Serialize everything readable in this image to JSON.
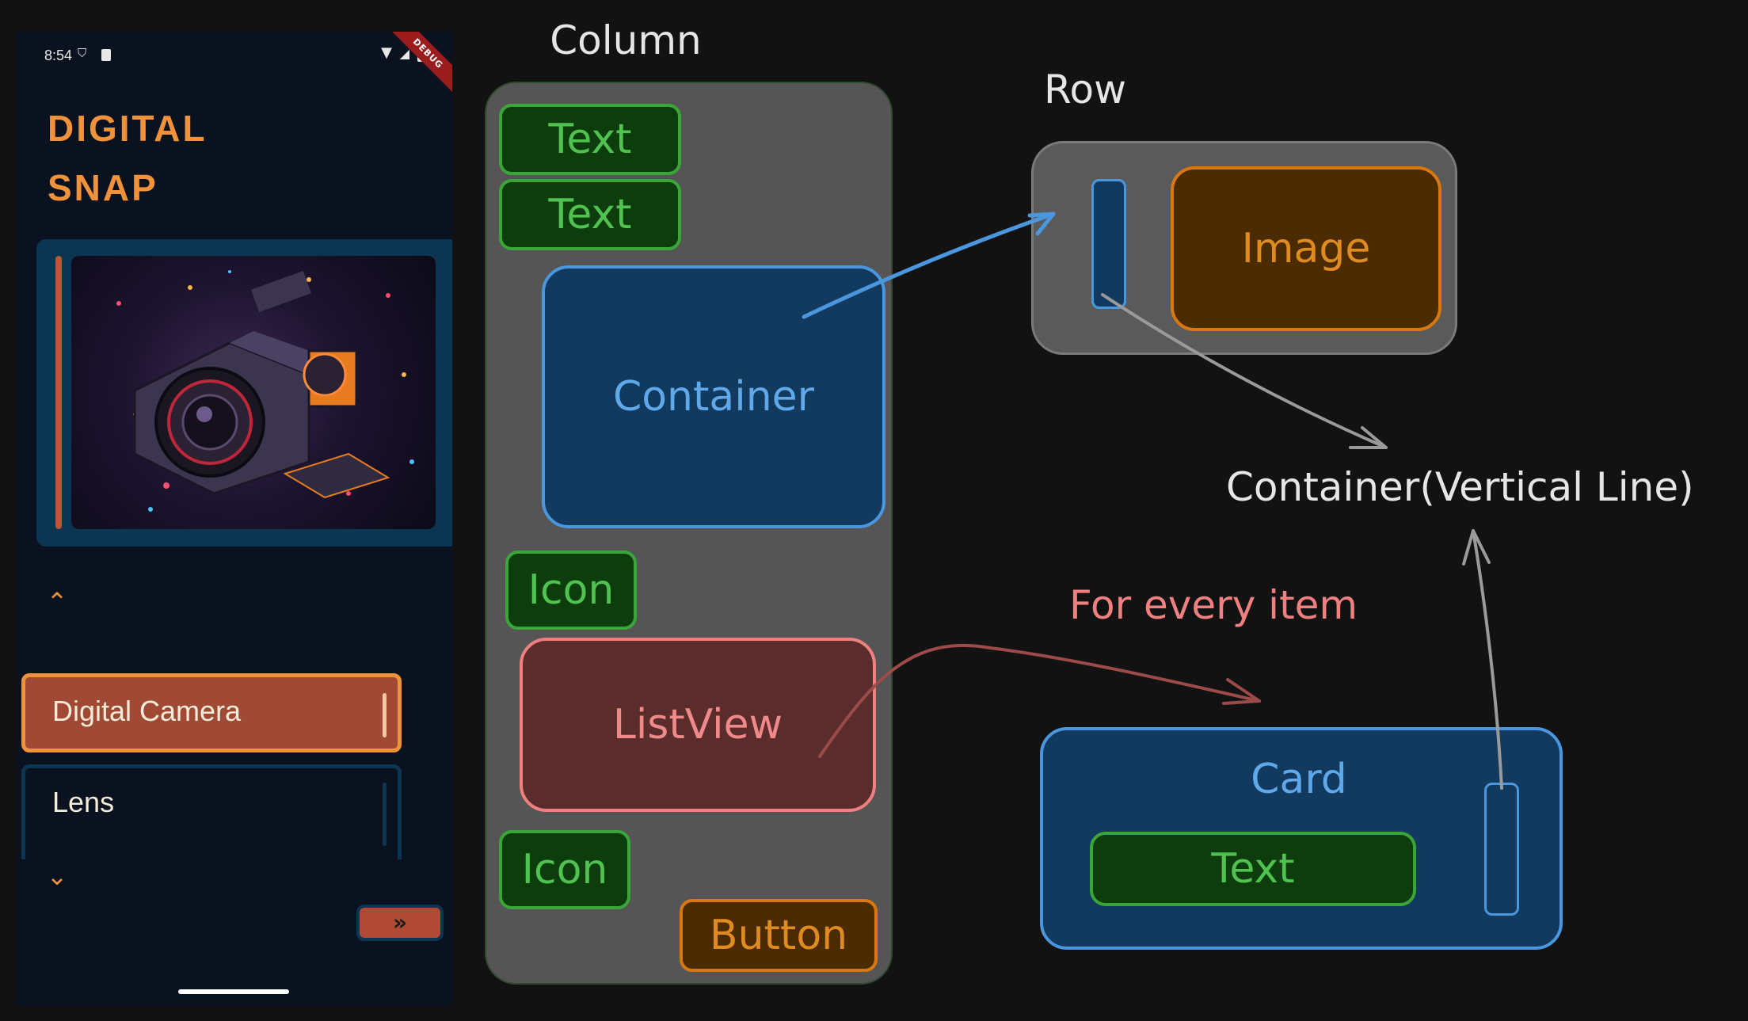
{
  "phone": {
    "status": {
      "time": "8:54",
      "debug_banner": "DEBUG"
    },
    "brand": {
      "line1": "DIGITAL",
      "line2": "SNAP"
    },
    "hero_image_alt": "camera-illustration",
    "nav_up": "⌃",
    "nav_down": "⌄",
    "list_items": [
      "Digital Camera",
      "Lens"
    ],
    "next_button": "»"
  },
  "diagram": {
    "column_label": "Column",
    "column_children": [
      "Text",
      "Text",
      "Container",
      "Icon",
      "ListView",
      "Icon",
      "Button"
    ],
    "row_label": "Row",
    "row_children": {
      "image": "Image"
    },
    "vertical_line_label": "Container(Vertical Line)",
    "for_every_item": "For every item",
    "card_label": "Card",
    "card_text": "Text"
  },
  "colors": {
    "phone_bg": "#0a1220",
    "accent_orange": "#f0923a",
    "selected_item_bg": "#a04a35",
    "hero_bg": "#0b3550",
    "green_box": "#3aa63a",
    "blue_box": "#4a97e0",
    "red_box": "#f08080",
    "orange_box": "#d9780f"
  }
}
